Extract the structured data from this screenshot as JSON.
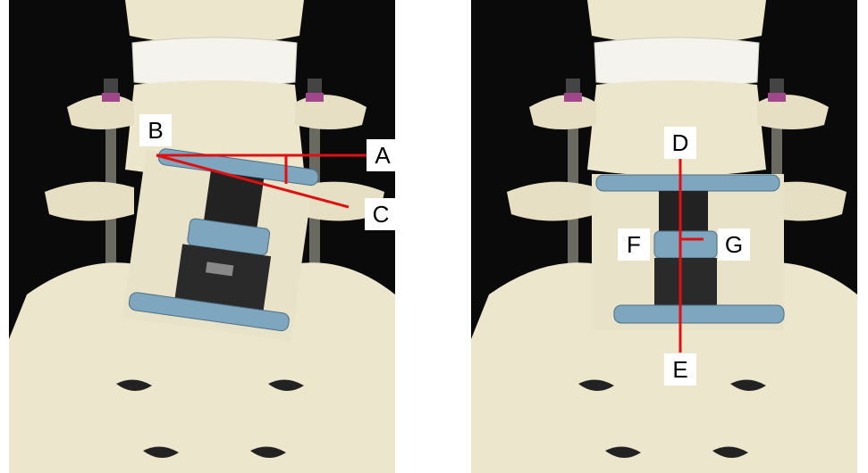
{
  "panels": [
    {
      "id": "left",
      "labels": {
        "A": "A",
        "B": "B",
        "C": "C"
      }
    },
    {
      "id": "right",
      "labels": {
        "D": "D",
        "E": "E",
        "F": "F",
        "G": "G"
      }
    }
  ],
  "colors": {
    "background": "#0a0a0a",
    "bone": "#ece6cd",
    "bone_shadow": "#c9c1a2",
    "disc": "#f4f3ee",
    "implant_blue": "#7fa6bf",
    "implant_dark": "#2a2a2a",
    "screw_purple": "#a0468a",
    "annotation_red": "#e01010",
    "label_bg": "#ffffff"
  },
  "icons": [
    "spine-vertebra-illustration",
    "disc-prosthesis-implant",
    "pedicle-screw-icon"
  ]
}
